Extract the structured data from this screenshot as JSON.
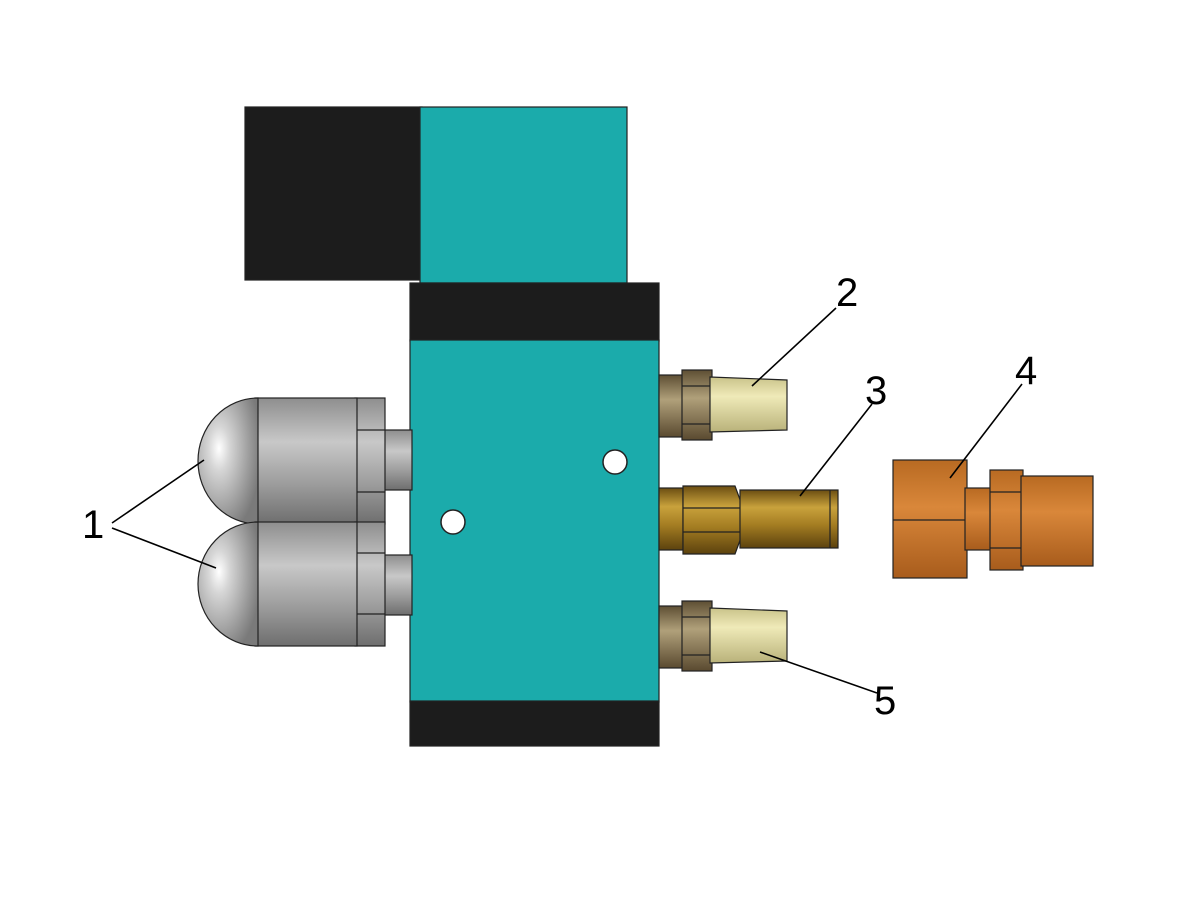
{
  "callouts": [
    {
      "id": "1",
      "label": "1"
    },
    {
      "id": "2",
      "label": "2"
    },
    {
      "id": "3",
      "label": "3"
    },
    {
      "id": "4",
      "label": "4"
    },
    {
      "id": "5",
      "label": "5"
    }
  ],
  "colors": {
    "valve_body": "#1babab",
    "coil_dark": "#1c1c1c",
    "muffler_gray": "#a9a9a9",
    "muffler_bronze": "#e6e0a8",
    "fitting_brass": "#b8922a",
    "fitting_copper": "#c9772f",
    "hex_nut": "#8a7858"
  }
}
